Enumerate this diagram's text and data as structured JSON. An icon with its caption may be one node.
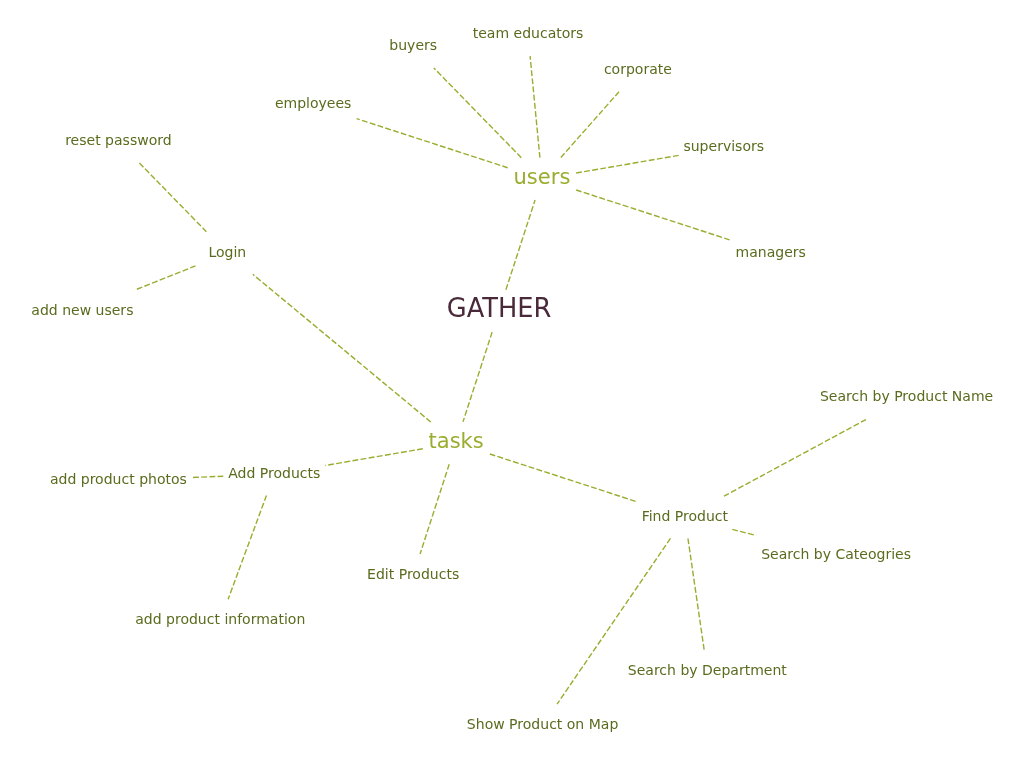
{
  "diagram": {
    "nodes": [
      {
        "text": [
          "GATHER"
        ]
      },
      {
        "text": [
          "users"
        ]
      },
      {
        "text": [
          "managers"
        ]
      },
      {
        "text": [
          "supervisors"
        ]
      },
      {
        "text": [
          "corporate"
        ]
      },
      {
        "text": [
          "team educators"
        ]
      },
      {
        "text": [
          "buyers"
        ]
      },
      {
        "text": [
          "employees"
        ]
      },
      {
        "text": [
          "tasks"
        ]
      },
      {
        "text": [
          "Login"
        ]
      },
      {
        "text": [
          "reset password"
        ]
      },
      {
        "text": [
          "add new users"
        ]
      },
      {
        "text": [
          "Add Products"
        ]
      },
      {
        "text": [
          "add product photos"
        ]
      },
      {
        "text": [
          "add product information"
        ]
      },
      {
        "text": [
          "Edit Products"
        ]
      },
      {
        "text": [
          "Find Product"
        ]
      },
      {
        "text": [
          "Show Product on Map"
        ]
      },
      {
        "text": [
          "Search by Department"
        ]
      },
      {
        "text": [
          "Search by Cateogries"
        ]
      },
      {
        "text": [
          "Search by Product Name"
        ]
      }
    ],
    "edges": [
      {
        "from": 0,
        "to": 1,
        "arrow": "none",
        "style": "dashed"
      },
      {
        "from": 1,
        "to": 2,
        "arrow": "none",
        "style": "dashed"
      },
      {
        "from": 1,
        "to": 3,
        "arrow": "none",
        "style": "dashed"
      },
      {
        "from": 1,
        "to": 4,
        "arrow": "none",
        "style": "dashed"
      },
      {
        "from": 1,
        "to": 5,
        "arrow": "none",
        "style": "dashed"
      },
      {
        "from": 1,
        "to": 6,
        "arrow": "none",
        "style": "dashed"
      },
      {
        "from": 1,
        "to": 7,
        "arrow": "none",
        "style": "dashed"
      },
      {
        "from": 0,
        "to": 8,
        "arrow": "none",
        "style": "dashed"
      },
      {
        "from": 8,
        "to": 9,
        "arrow": "none",
        "style": "dashed"
      },
      {
        "from": 9,
        "to": 10,
        "arrow": "none",
        "style": "dashed"
      },
      {
        "from": 9,
        "to": 11,
        "arrow": "none",
        "style": "dashed"
      },
      {
        "from": 8,
        "to": 12,
        "arrow": "none",
        "style": "dashed"
      },
      {
        "from": 12,
        "to": 13,
        "arrow": "none",
        "style": "dashed"
      },
      {
        "from": 12,
        "to": 14,
        "arrow": "none",
        "style": "dashed"
      },
      {
        "from": 8,
        "to": 15,
        "arrow": "none",
        "style": "dashed"
      },
      {
        "from": 8,
        "to": 16,
        "arrow": "none",
        "style": "dashed"
      },
      {
        "from": 16,
        "to": 17,
        "arrow": "none",
        "style": "dashed"
      },
      {
        "from": 16,
        "to": 18,
        "arrow": "none",
        "style": "dashed"
      },
      {
        "from": 16,
        "to": 19,
        "arrow": "none",
        "style": "dashed"
      },
      {
        "from": 16,
        "to": 20,
        "arrow": "none",
        "style": "dashed"
      }
    ]
  }
}
